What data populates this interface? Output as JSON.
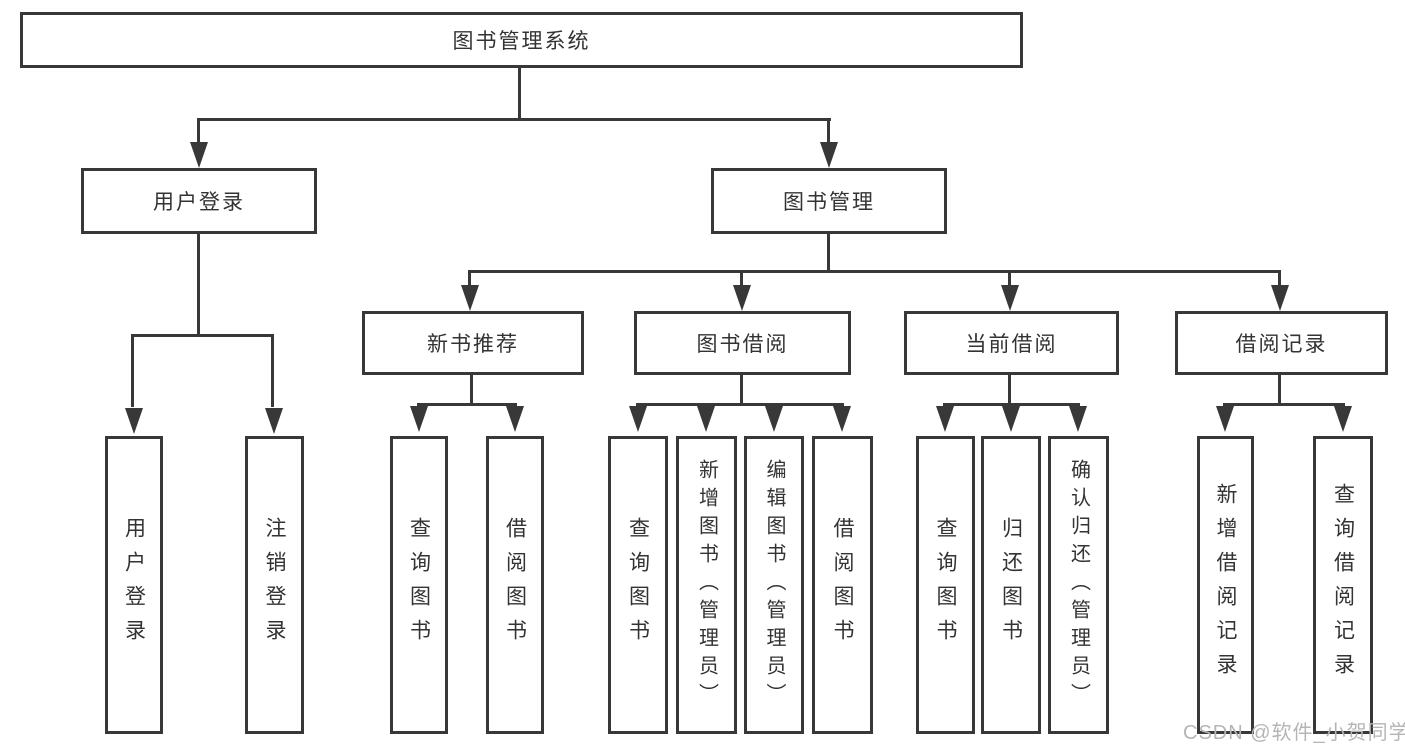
{
  "diagram": {
    "title": "图书管理系统",
    "watermark": "CSDN @软件_小贺同学",
    "colors": {
      "line": "#383838",
      "box_border": "#383838",
      "text": "#333333",
      "watermark": "#b5b5b5",
      "background": "#ffffff"
    },
    "nodes": {
      "root": {
        "label": "图书管理系统"
      },
      "user_login": {
        "label": "用户登录"
      },
      "book_management": {
        "label": "图书管理"
      },
      "new_book_recommend": {
        "label": "新书推荐"
      },
      "book_borrowing": {
        "label": "图书借阅"
      },
      "current_borrowing": {
        "label": "当前借阅"
      },
      "borrowing_records": {
        "label": "借阅记录"
      },
      "leaf_user_login": {
        "label": "用户登录"
      },
      "leaf_logout": {
        "label": "注销登录"
      },
      "leaf_recommend_query_books": {
        "label": "查询图书"
      },
      "leaf_recommend_borrow_books": {
        "label": "借阅图书"
      },
      "leaf_borrowing_query_books": {
        "label": "查询图书"
      },
      "leaf_borrowing_add_books": {
        "label": "新增图书（管理员）"
      },
      "leaf_borrowing_edit_books": {
        "label": "编辑图书（管理员）"
      },
      "leaf_borrowing_borrow_books": {
        "label": "借阅图书"
      },
      "leaf_current_query_books": {
        "label": "查询图书"
      },
      "leaf_current_return_books": {
        "label": "归还图书"
      },
      "leaf_current_confirm_return": {
        "label": "确认归还（管理员）"
      },
      "leaf_records_add_record": {
        "label": "新增借阅记录"
      },
      "leaf_records_query_record": {
        "label": "查询借阅记录"
      }
    }
  }
}
